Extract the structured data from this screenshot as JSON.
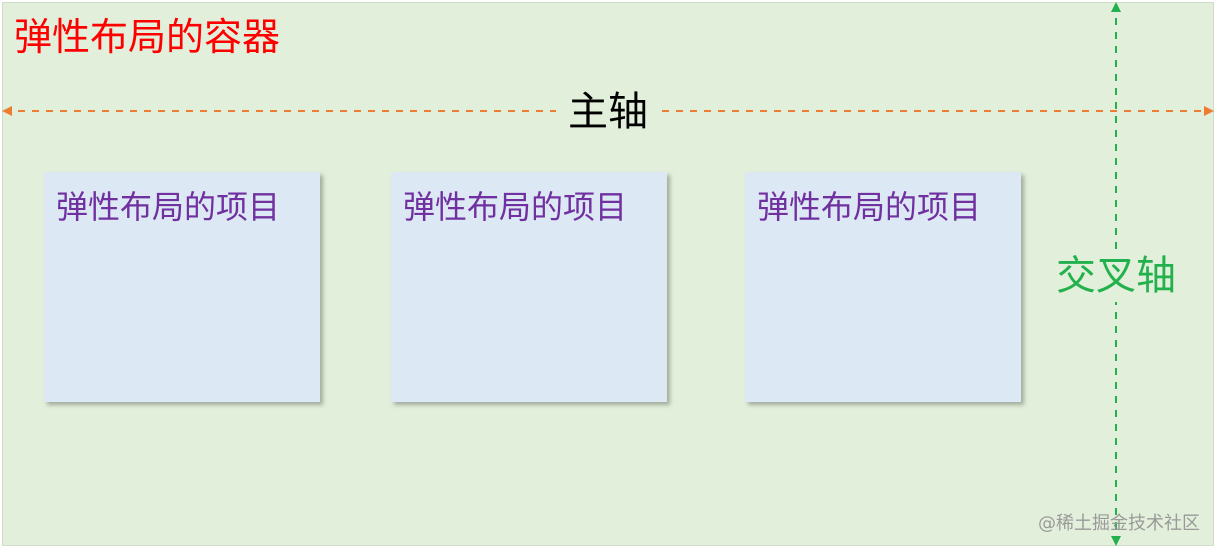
{
  "container": {
    "title": "弹性布局的容器",
    "background": "#e2efda"
  },
  "axes": {
    "main_label": "主轴",
    "main_color": "#ed7d31",
    "cross_label": "交叉轴",
    "cross_color": "#22b14c"
  },
  "items": [
    {
      "label": "弹性布局的项目"
    },
    {
      "label": "弹性布局的项目"
    },
    {
      "label": "弹性布局的项目"
    }
  ],
  "item_style": {
    "background": "#dce8f4",
    "text_color": "#7030a0"
  },
  "watermark": "@稀土掘金技术社区"
}
